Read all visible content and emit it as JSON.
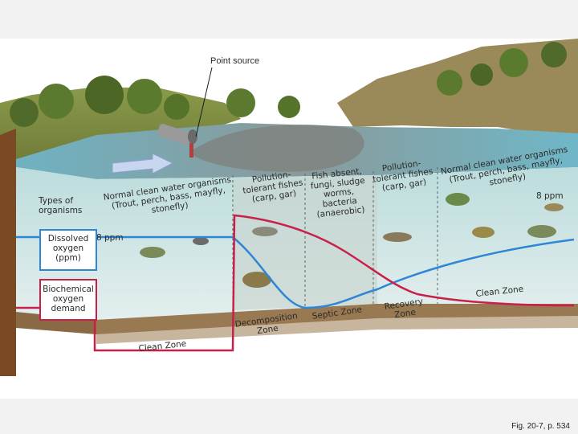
{
  "labels": {
    "point_source": "Point source",
    "types_of_organisms": [
      "Types of",
      "organisms"
    ],
    "dissolved_oxygen": [
      "Dissolved",
      "oxygen",
      "(ppm)"
    ],
    "bod": [
      "Biochemical",
      "oxygen",
      "demand"
    ],
    "ppm_left": "8 ppm",
    "ppm_right": "8 ppm",
    "normal_left": [
      "Normal clean water organisms",
      "(Trout, perch, bass, mayfly,",
      "stonefly)"
    ],
    "tolerant_left": [
      "Pollution-",
      "tolerant fishes",
      "(carp, gar)"
    ],
    "fish_absent": [
      "Fish absent,",
      "fungi, sludge",
      "worms,",
      "bacteria",
      "(anaerobic)"
    ],
    "tolerant_right": [
      "Pollution-",
      "tolerant fishes",
      "(carp, gar)"
    ],
    "normal_right": [
      "Normal clean water organisms",
      "(Trout, perch, bass, mayfly,",
      "stonefly)"
    ]
  },
  "zones": {
    "clean_left": "Clean Zone",
    "decomposition": [
      "Decomposition",
      "Zone"
    ],
    "septic": "Septic Zone",
    "recovery": [
      "Recovery",
      "Zone"
    ],
    "clean_right": "Clean Zone"
  },
  "colors": {
    "oxygen_curve": "#2e86d6",
    "bod_curve": "#c8204a",
    "water": "#7fb9c4",
    "sediment": "#6b4a2b"
  },
  "caption": "Fig. 20-7, p. 534"
}
